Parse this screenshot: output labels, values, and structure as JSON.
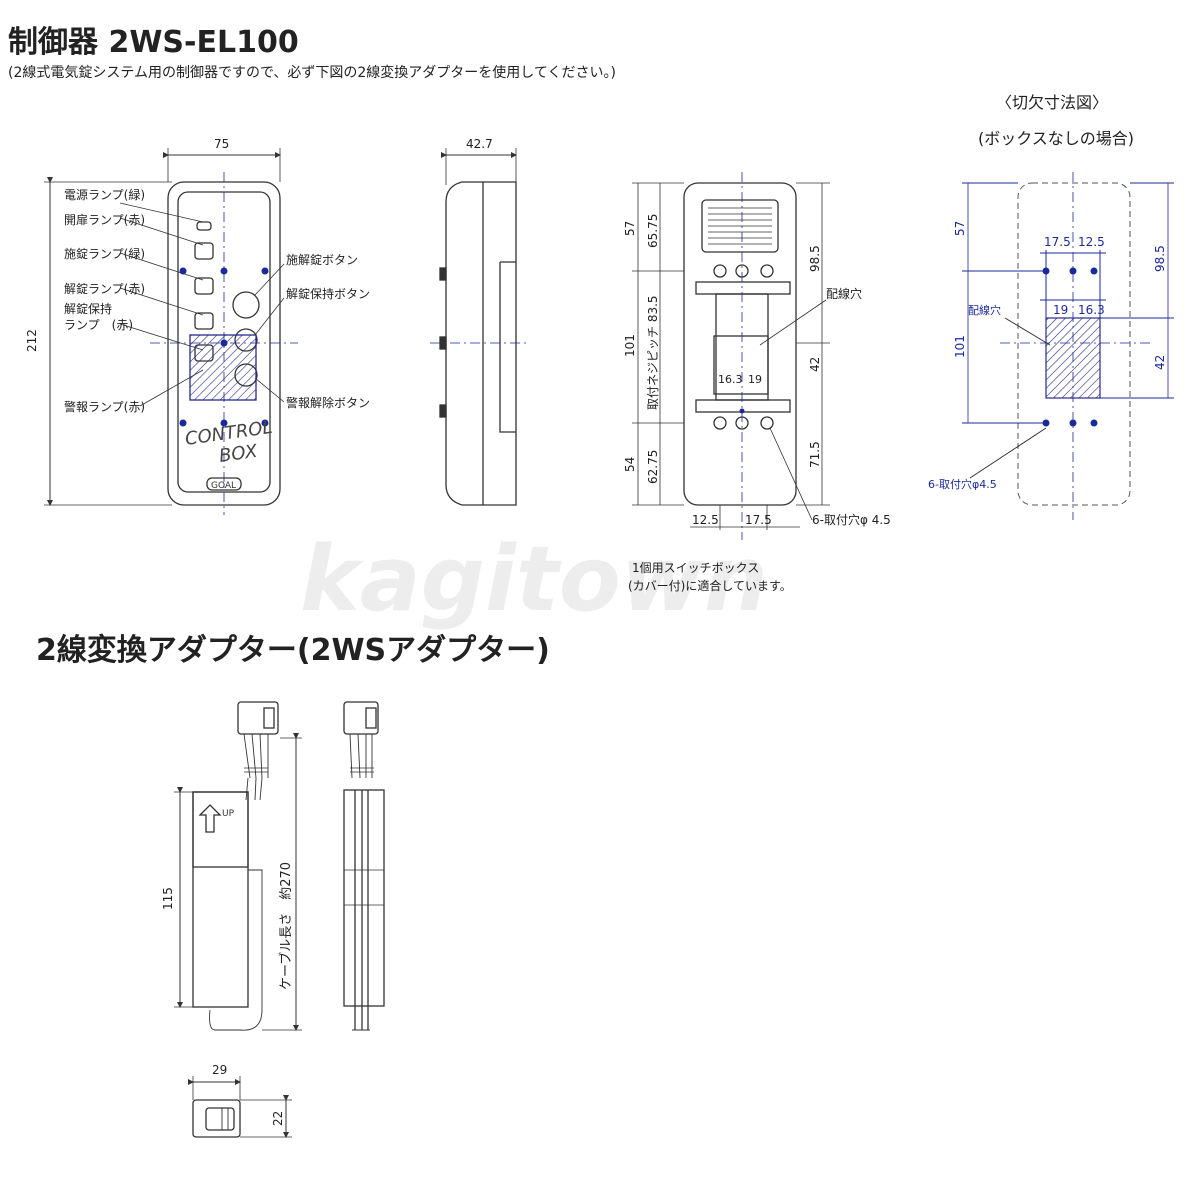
{
  "title": "制御器 2WS-EL100",
  "subtitle": "(2線式電気錠システム用の制御器ですので、必ず下図の2線変換アダプターを使用してください。)",
  "front": {
    "width_dim": "75",
    "height_dim": "212",
    "labels": {
      "power_lamp": "電源ランプ(緑)",
      "open_lamp": "開扉ランプ(赤)",
      "lock_lamp": "施錠ランプ(緑)",
      "unlock_lamp": "解錠ランプ(赤)",
      "hold_lamp_1": "解錠保持",
      "hold_lamp_2": "ランプ　(赤)",
      "alarm_lamp": "警報ランプ(赤)",
      "lock_button": "施解錠ボタン",
      "hold_button": "解錠保持ボタン",
      "alarm_button": "警報解除ボタン"
    },
    "panel_text_1": "CONTROL",
    "panel_text_2": "BOX",
    "logo": "GOAL"
  },
  "side": {
    "depth_dim": "42.7"
  },
  "back": {
    "dims": {
      "top_57": "57",
      "top_6575": "65.75",
      "mid_101": "101",
      "pitch_label": "取付ネジピッチ 83.5",
      "bottom_54": "54",
      "bottom_6275": "62.75",
      "right_985": "98.5",
      "right_42": "42",
      "right_715": "71.5",
      "inner_163": "16.3",
      "inner_19": "19",
      "bottom_125": "12.5",
      "bottom_175": "17.5"
    },
    "wiring_hole": "配線穴",
    "mount_holes": "6-取付穴φ 4.5",
    "note_1": "1個用スイッチボックス",
    "note_2": "(カバー付)に適合しています。"
  },
  "cutout": {
    "title": "〈切欠寸法図〉",
    "subtitle": "(ボックスなしの場合)",
    "dims": {
      "d57": "57",
      "d175": "17.5",
      "d125": "12.5",
      "d985": "98.5",
      "d19": "19",
      "d163": "16.3",
      "d101": "101",
      "d42": "42"
    },
    "wiring_hole": "配線穴",
    "mount_holes": "6-取付穴φ4.5"
  },
  "watermark": "kagitown",
  "adapter": {
    "title": "2線変換アダプター(2WSアダプター)",
    "up_label": "UP",
    "height_dim": "115",
    "cable_label": "ケーブル長さ　約270",
    "width_dim": "29",
    "depth_dim": "22"
  },
  "colors": {
    "line": "#333333",
    "accent_blue": "#1a2a9c",
    "hatch": "#2a2a8a"
  }
}
